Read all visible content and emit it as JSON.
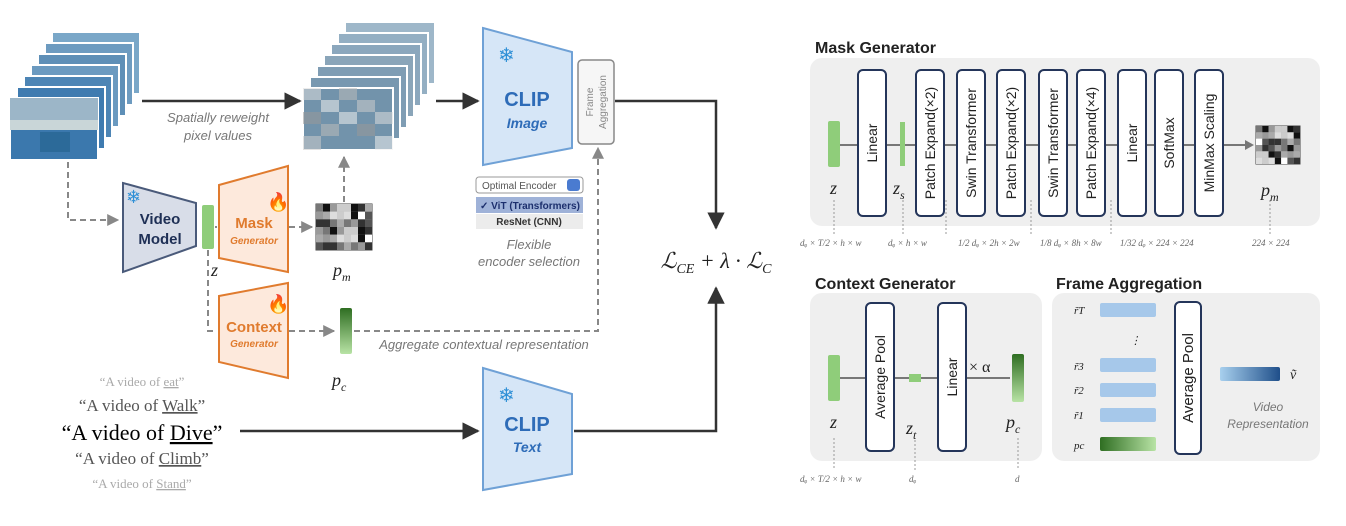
{
  "left": {
    "spatial_caption": [
      "Spatially reweight",
      "pixel values"
    ],
    "clip_image": {
      "title": "CLIP",
      "sub": "Image"
    },
    "clip_text": {
      "title": "CLIP",
      "sub": "Text"
    },
    "frame_aggregation": [
      "Frame",
      "Aggregation"
    ],
    "video_model": [
      "Video",
      "Model"
    ],
    "mask_generator": {
      "title": "Mask",
      "sub": "Generator"
    },
    "context_generator": {
      "title": "Context",
      "sub": "Generator"
    },
    "z_label": "z",
    "pm_label": "p",
    "pm_sub": "m",
    "pc_label": "p",
    "pc_sub": "c",
    "encoder_select": {
      "header": "Optimal Encoder",
      "opt1": "ViT (Transformers)",
      "opt2": "ResNet (CNN)"
    },
    "flexible_caption": [
      "Flexible",
      "encoder selection"
    ],
    "aggregate_caption": "Aggregate contextual representation",
    "loss": "ℒCE + λ · ℒC",
    "prompts": [
      {
        "prefix": "“A video of ",
        "word": "eat",
        "suffix": "”"
      },
      {
        "prefix": "“A video of ",
        "word": "Walk",
        "suffix": "”"
      },
      {
        "prefix": "“A video of ",
        "word": "Dive",
        "suffix": "”"
      },
      {
        "prefix": "“A video of ",
        "word": "Climb",
        "suffix": "”"
      },
      {
        "prefix": "“A video of ",
        "word": "Stand",
        "suffix": "”"
      }
    ]
  },
  "mask_generator_panel": {
    "title": "Mask Generator",
    "blocks": [
      "Linear",
      "Patch Expand(×2)",
      "Swin Transformer",
      "Patch Expand(×2)",
      "Swin Transformer",
      "Patch Expand(×4)",
      "Linear",
      "SoftMax",
      "MinMax Scaling"
    ],
    "z": "z",
    "zs": "z",
    "zs_sub": "s",
    "pm": "p",
    "pm_sub": "m",
    "dims": [
      "dᵩ × T/2 × h × w",
      "dᵩ × h × w",
      "1/2 dᵩ × 2h × 2w",
      "1/8 dᵩ × 8h × 8w",
      "1/32 dᵩ × 224 × 224",
      "224 × 224"
    ]
  },
  "context_generator_panel": {
    "title": "Context Generator",
    "blocks": [
      "Average Pool",
      "Linear"
    ],
    "z": "z",
    "zt": "z",
    "zt_sub": "t",
    "alpha": "× α",
    "pc": "p",
    "pc_sub": "c",
    "dims": [
      "dᵩ × T/2 × h × w",
      "dᵩ",
      "d"
    ]
  },
  "frame_aggregation_panel": {
    "title": "Frame Aggregation",
    "rows": [
      "r̃T",
      "⋮",
      "r̃3",
      "r̃2",
      "r̃1",
      "pc"
    ],
    "block": "Average Pool",
    "v": "ṽ",
    "caption": [
      "Video",
      "Representation"
    ]
  },
  "colors": {
    "clip_fill": "#d6e6f7",
    "clip_stroke": "#6fa1d6",
    "clip_text": "#2e6cb8",
    "orange": "#e07b2e",
    "orange_fill": "#fde9dc",
    "green": "#8fcd7a",
    "video_fill": "#d8dde8",
    "video_stroke": "#4a5a7a",
    "panel": "#efefef"
  }
}
